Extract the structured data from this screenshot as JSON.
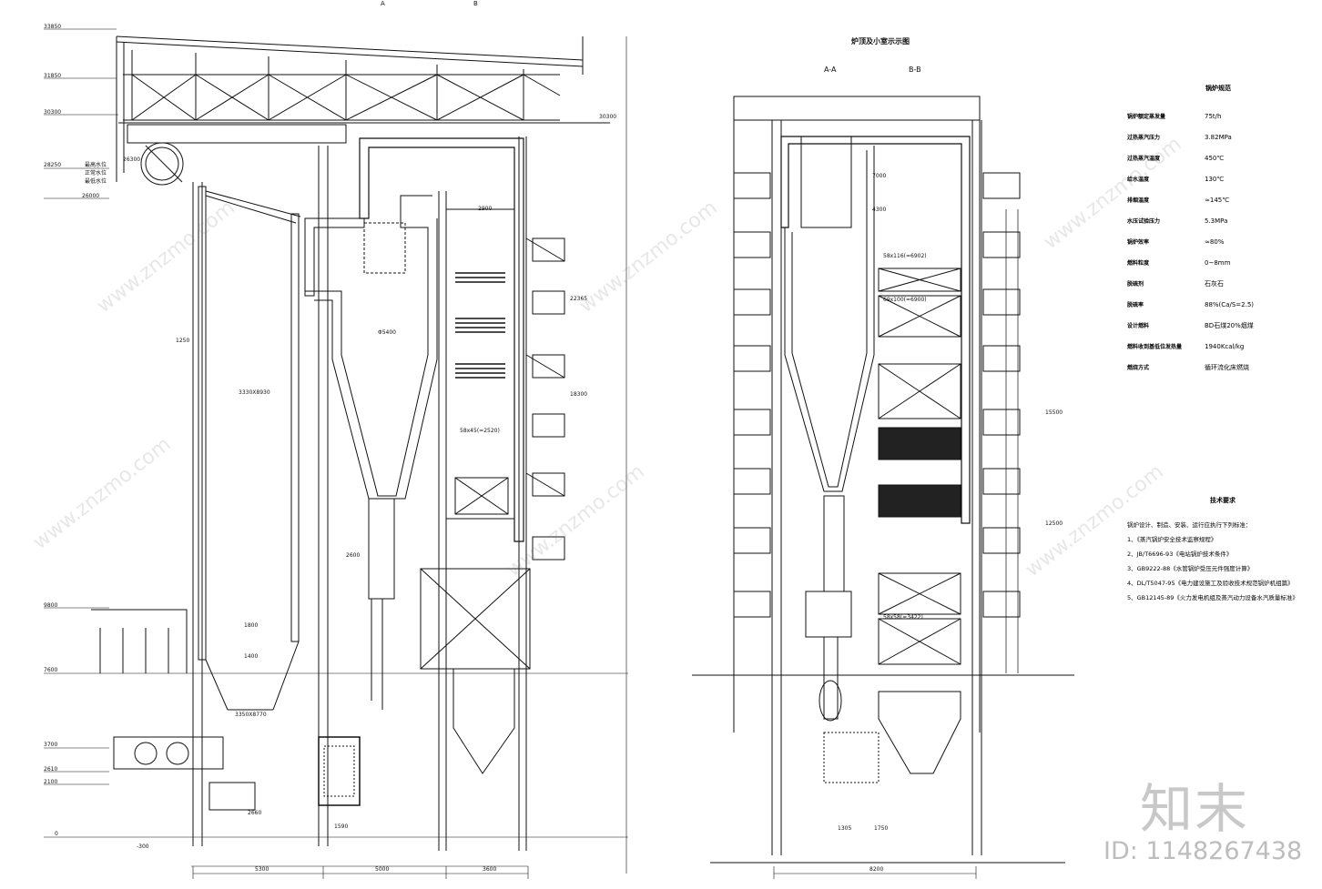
{
  "title": "炉顶及小室示示图",
  "section_a": "A-A",
  "section_b": "B-B",
  "top_markers": [
    "A",
    "B"
  ],
  "params": {
    "title": "锅炉规范",
    "rows": [
      {
        "name": "锅炉额定蒸发量",
        "value": "75t/h"
      },
      {
        "name": "过热蒸汽压力",
        "value": "3.82MPa"
      },
      {
        "name": "过热蒸汽温度",
        "value": "450℃"
      },
      {
        "name": "给水温度",
        "value": "130℃"
      },
      {
        "name": "排烟温度",
        "value": "≈145℃"
      },
      {
        "name": "水压试验压力",
        "value": "5.3MPa"
      },
      {
        "name": "锅炉效率",
        "value": "≈80%"
      },
      {
        "name": "燃料粒度",
        "value": "0~8mm"
      },
      {
        "name": "脱硫剂",
        "value": "石灰石"
      },
      {
        "name": "脱硫率",
        "value": "88%(Ca/S=2.5)"
      },
      {
        "name": "设计燃料",
        "value": "BD石煤20%烟煤"
      },
      {
        "name": "燃料收到基低位发热量",
        "value": "1940Kcal/kg"
      },
      {
        "name": "燃烧方式",
        "value": "循环流化床燃烧"
      }
    ]
  },
  "tech": {
    "title": "技术要求",
    "intro": "锅炉设计、制造、安装、运行应执行下列标准：",
    "items": [
      "1、《蒸汽锅炉安全技术监察规程》",
      "2、JB/T6696-93《电站锅炉技术条件》",
      "3、GB9222-88《水管锅炉受压元件强度计算》",
      "4、DL/T5047-95《电力建设施工及验收技术规范锅炉机组篇》",
      "5、GB12145-89《火力发电机组及蒸汽动力设备水汽质量标准》"
    ]
  },
  "elevations_left": [
    "33850",
    "31850",
    "30300",
    "28250",
    "26300",
    "26000",
    "9800",
    "7600",
    "3700",
    "2610",
    "2100",
    "0",
    "-300"
  ],
  "elevations_right": [
    "30300",
    "22365",
    "18300",
    "15500",
    "12500"
  ],
  "bottom_dims_left": [
    "5300",
    "5000",
    "3600"
  ],
  "bottom_dim_right": "8200",
  "inner_labels": {
    "furnace": "3330X8930",
    "cyclone_dia": "Φ5400",
    "dim_2900": "2900",
    "dim_2600": "2600",
    "dim_1250": "1250",
    "dim_1800": "1800",
    "dim_1400": "1400",
    "dim_2660": "2660",
    "dim_1590": "1590",
    "dim_7000": "7000",
    "dim_4300": "4300",
    "dim_1305": "1305",
    "dim_1750": "1750",
    "dim_3350": "3350X8770",
    "pipe_1": "58x116(=6902)",
    "pipe_2": "69x100(=6900)",
    "pipe_3": "58x58(=3422)",
    "pipe_4": "58x45(=2520)"
  },
  "legend_left": [
    "最高水位",
    "正常水位",
    "最低水位"
  ],
  "watermark": {
    "site": "www.znzmo.com",
    "brand": "知末",
    "id": "ID: 1148267438"
  }
}
